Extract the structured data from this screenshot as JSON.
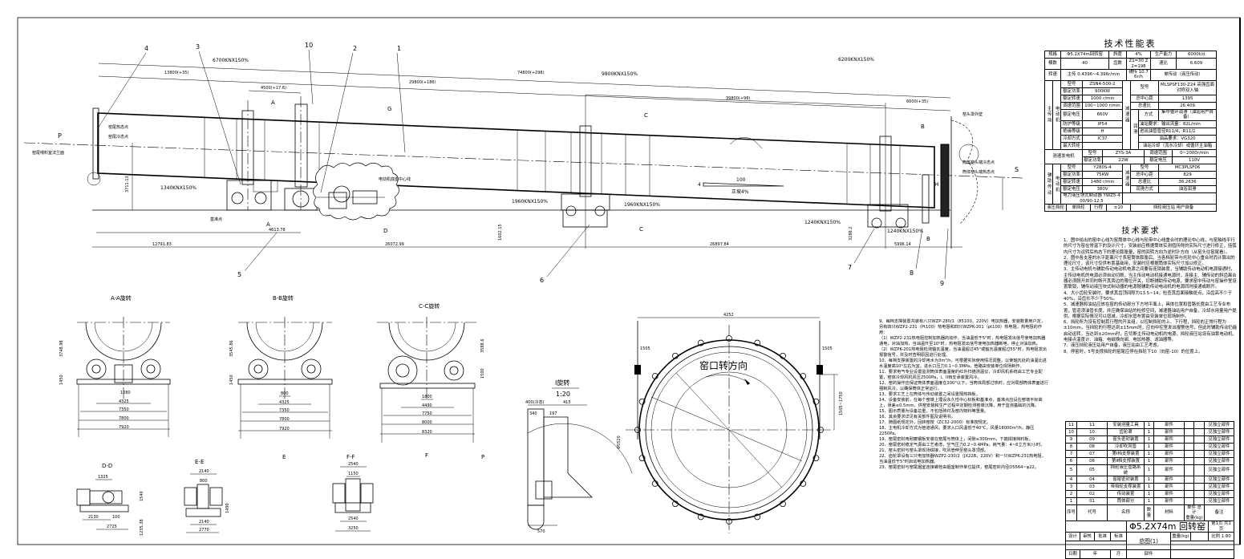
{
  "spec": {
    "title": "技术性能表",
    "top": [
      [
        "规格",
        "Φ5.2X74m回转窑",
        "斜度",
        "4%",
        "生产能力",
        "6000t/d"
      ],
      [
        "模数",
        "40",
        "齿数",
        "Z1=30 Z2=198",
        "速比",
        "6.609"
      ],
      [
        "转速",
        "主传 0.4396~4.396r/min",
        "辅传 10.76r/h",
        "单传动（液压传动）"
      ]
    ],
    "main": {
      "group": "主传动",
      "motor": "电动机",
      "motor_rows": [
        [
          "型号",
          "ZSN4-500-2"
        ],
        [
          "额定功率",
          "900KW"
        ],
        [
          "额定转速",
          "1000 r/min"
        ],
        [
          "调速范围",
          "100~1000 r/min"
        ],
        [
          "额定电压",
          "660V"
        ],
        [
          "防护等级",
          "IP54"
        ],
        [
          "绝缘等级",
          "H"
        ],
        [
          "冷却方式",
          "IC37"
        ],
        [
          "最大转矩",
          ""
        ]
      ],
      "reducer": "减速器",
      "reducer_rows": [
        [
          "型号",
          "MLSPSF130-Z24 高强齿面对称双入轴"
        ],
        [
          "总中心距",
          "1395"
        ],
        [
          "总速比",
          "26.409"
        ]
      ],
      "lube": "润滑",
      "lube_method": [
        "方式",
        "集中循环润滑（油站用户自备）"
      ],
      "lube_lines": [
        "油站要求：输出流量：82L/min",
        "进出油管管径R11/4，R11/2",
        "油品要求：VG320",
        "油站冷却（流水冷却）或循环主油箱"
      ]
    },
    "tacho": {
      "label": "测速发电机",
      "rows": [
        [
          "型号",
          "ZYS-3A",
          "调速范围",
          "0~2000r/min"
        ],
        [
          "额定功率",
          "22W",
          "额定电压",
          "110V"
        ]
      ]
    },
    "aux": {
      "group": "辅助传动",
      "motor": "电动机",
      "motor_rows": [
        [
          "型号",
          "Y280S-4"
        ],
        [
          "额定功率",
          "75KW"
        ],
        [
          "额定转速",
          "1480 r/min"
        ],
        [
          "额定电压",
          "380V"
        ]
      ],
      "brake": "电力液压块式制动器 YWZ5-400/90-12.5",
      "reducer": "减速器",
      "reducer_rows": [
        [
          "型号",
          "MC3PLSF06"
        ],
        [
          "总中心距",
          "829"
        ],
        [
          "总速比",
          "36.2636"
        ],
        [
          "润滑方式",
          "油浴润滑"
        ]
      ]
    },
    "last": [
      "液压挡轮",
      "单挡轮",
      "行程",
      "±10",
      "挡轮液压站 用户自备"
    ]
  },
  "requirements": {
    "title": "技术要求",
    "items": [
      "1、图中给出的窑中心线为窑筒体中心线与轮带中心线重合时的理论中心线，与窑轴线平行的尺寸为窑在常温下的设计尺寸，安装前应根据筒体实测值所得的实际尺寸进行修正，括弧内尺寸为运转后热态下的理论膨胀量，窑的回转方向为逆时针方向（从窑头往窑尾看）。",
      "2、图中各支座的水平距离尺寸系窑筒体膨胀后，当各档轮带与托轮中心重合时而计算出的理论尺寸，该尺寸仅供布置基础用，安装时应根据筒体实际尺寸加以修正。",
      "3、主传动电机与辅助传动电动机电源之间要有连锁装置，当辅助传动电动机电源接通时，主传动电机的电源必须自动切断，当主传动电动机接通电源时，连接主、辅传动的斜齿离合器必须脱开并同时断开其旁边的限位开关，切断辅助传动电源，要求窑中传动与窑操作室设置联锁，辅传动液压块式制动器的电源随辅助传动电动机的电源同时接通或断开。",
      "4、大小齿轮安装时，要求其齿顶间隙为13.5~14，检查其齿面接触斑点，沿齿高不少于40%，沿齿长不少于50%。",
      "5、减速器和油站应放在窑的传动部分下方地平面上，具体位置和管路长度由工艺专业布置，管道须油管长度，并应确保油站的检修空间，减速器油站用户自备，冷却水用量用户提供，根据实际情况可以增减，冷却水管布置由安装单位现场制作。",
      "6、挡轮所为设有控制其行程的开关组，以控制挡轮的上、下行程，挡轮的正常行程为±10mm，当挡轮的行程达到±15mm时，应向中控室发出报警信号，但此时辅助传动仍能启动运转，当达到±20mm时，应切断主传动电动机的电源，挡轮液压站设有油泵电动机、电接点温度计、油箱、电磁换向阀、电加热器、滤油器等。",
      "7、液压挡轮液压站用户自备，液压站由工艺考虑。",
      "8、停窑时，5号支撑挡轮的窑尾应停在挡轮下10（向窑-10）的位置上。"
    ]
  },
  "notes": [
    "9、每档支撑装置共装有八只WZP-280/1（85100，220V）电加热器，安装数量用户定，另有四只WZP2-231（Pt100）热电阻和四只WZPK-201（pt100）热电阻，热电阻的作用：",
    "（1）WZP2-231热电阻控制加热器的动作，当油温低于5°时，热电阻发出信号使电加热器通电，对油加热，当油温升至10°时，热电阻发出信号使电加热器断电，停止对油加热。",
    "（2）WZPK-201热电阻检测轴瓦温度，当油温超过45°或轴瓦温度超过55°时，热电阻发出报警信号，并及时查明原因进行处理。",
    "10、每档支撑装置的冷却用水为3m³/h，可根据实际使用情况调整，以使轴瓦处的油温比进水温度高10°左右为宜，进水口压力0.1~0.3MPa，管路由安装单位现场制作。",
    "11、要求电气专业设置监测筒体表面温度的红外扫描测温仪，冷却风机系统由工艺专业配置，窑体冷却风机风压2500Pa，I、II档支承装置风冷。",
    "12、窑的操作应保证筒体表面温度在300°以下，当筒体局部过热时，应对局部筒体表面进行强制风冷，以确保筒体正常运行。",
    "13、要求工艺上在筒体与传动装置之间设置隔热挡板。",
    "14、设备安装前，在每个窑墩上埋设永久性中心标板和基准点，基准点应设在窑墩平标高上，误差≤0.5mm，供窑安装和生产过程中定期检测窑墩沉降，用于监测基础的沉降。",
    "15、图示质量为设备总重，不包括砖衬及窑内物料等重量。",
    "16、其余要求详见有关部件图及说明书。",
    "17、随图纸规定外，回转窑按（ZC32-2000）标准按规定。",
    "18、主电机冷却方式为管道通风，要求入口风温低于40°C，风量18000m³/h，静压2250Pa。",
    "19、窑尾密封用耐磨钢板安装在窑尾与筒体上，间隙≤300mm，下端焊接挡料板。",
    "20、窑尾密封稳定气源由工艺考虑，空气压力0.2~0.4MPa，耗气量：4~6立方米/小时。",
    "21、窑头密封与窑头罩现场焊接，吹风管伸至窑头罩顶部。",
    "22、齿轮罩设有三只电加热器WZP2-230/2（JX22B，220V）和一只WZPK-231热电阻，当油温低于5°时启动电加热器。",
    "23、窑尾密封与窑尾烟室连接螺栓由烟室制作单位提供，窑尾密封内径D5564~φ22。"
  ],
  "parts": {
    "header": [
      "序号",
      "代号",
      "名称",
      "数量",
      "材料",
      "单件",
      "总计",
      "备注"
    ],
    "weight_label": "重量(kg)",
    "rows": [
      [
        "11",
        "11",
        "安装测量工具",
        "1",
        "部件",
        "",
        "",
        "见独立部件"
      ],
      [
        "10",
        "10",
        "齿轮罩",
        "1",
        "部件",
        "",
        "",
        "见独立部件"
      ],
      [
        "9",
        "09",
        "窑头密封装置",
        "1",
        "部件",
        "",
        "",
        "见独立部件"
      ],
      [
        "8",
        "08",
        "冷却吹风管",
        "1",
        "部件",
        "",
        "",
        "见独立部件"
      ],
      [
        "7",
        "07",
        "第Ⅰ档支撑装置",
        "1",
        "部件",
        "",
        "",
        "见独立部件"
      ],
      [
        "6",
        "06",
        "第Ⅱ档支撑装置",
        "1",
        "部件",
        "",
        "",
        "见独立部件"
      ],
      [
        "5",
        "05",
        "挡轮液压管路系统",
        "1",
        "部件",
        "",
        "",
        "见独立部件"
      ],
      [
        "4",
        "04",
        "窑尾密封装置",
        "1",
        "部件",
        "",
        "",
        "见独立部件"
      ],
      [
        "3",
        "03",
        "带挡轮支撑装置",
        "1",
        "部件",
        "",
        "",
        "见独立部件"
      ],
      [
        "2",
        "02",
        "传动装置",
        "1",
        "部件",
        "",
        "",
        "见独立部件"
      ],
      [
        "1",
        "01",
        "筒体部分",
        "1",
        "部件",
        "",
        "",
        "见独立部件"
      ]
    ]
  },
  "title_block": {
    "product": "Φ5.2X74m 回转窑",
    "drawing": "总图(1)",
    "type": "部件",
    "sheet": "第1页",
    "total": "共1页",
    "weight": "重量(kg)",
    "scale_label": "比例",
    "scale": "1:80",
    "roles": [
      "设计",
      "审核",
      "批准"
    ],
    "standard": "标准",
    "date": "日期",
    "year": "年",
    "month": "月"
  },
  "drawing": {
    "callouts": [
      "1",
      "2",
      "3",
      "4",
      "5",
      "6",
      "7",
      "8",
      "9",
      "10"
    ],
    "loads": [
      "6700KNX150%",
      "1340KNX150%",
      "9800KNX150%",
      "6200KNX150%",
      "1960KNX150%",
      "1960KNX150%",
      "1240KNX150%",
      "1240KNX150%"
    ],
    "dims": [
      "13800(+35)",
      "29800(+186)",
      "74800(+298)",
      "39800(+98)",
      "6000(+35)",
      "4500(+17.6)",
      "12791.83",
      "4613.78",
      "26072.99",
      "26897.84",
      "5996.14",
      "3711.13",
      "1602.15",
      "3288.2"
    ],
    "slope": {
      "rise": "4",
      "run": "100",
      "label": "正坡4%"
    },
    "points": [
      "窑尾热态点",
      "窑尾冷态点",
      "窑尾喂料室法兰面",
      "窑头罩外壁",
      "筒体窑头端冷态点",
      "筒体窑头端热态点",
      "基准点",
      "电动机底座中心线"
    ],
    "marks": [
      "P",
      "S",
      "A",
      "A",
      "G",
      "C",
      "C",
      "B",
      "B",
      "D",
      "H"
    ]
  },
  "sections": {
    "aa": {
      "title": "A-A旋转",
      "dims": [
        "4325",
        "7350",
        "7800",
        "7920",
        "1080",
        "1450",
        "3748.98"
      ]
    },
    "bb": {
      "title": "B-B旋转",
      "dims": [
        "800",
        "4325",
        "7350",
        "7800",
        "7920",
        "1450",
        "3545.86"
      ]
    },
    "cc": {
      "title": "C-C旋转",
      "dims": [
        "1800",
        "4490",
        "7750",
        "8000",
        "8320",
        "1500",
        "3588.6"
      ]
    },
    "dd": {
      "title": "D-D",
      "dims": [
        "1325",
        "2130",
        "100",
        "2725",
        "1540",
        "1235.38"
      ]
    },
    "ee": {
      "title": "E-E",
      "dims": [
        "2140",
        "800",
        "2140",
        "2770",
        "1490"
      ]
    },
    "ff": {
      "title": "F-F",
      "dims": [
        "2540",
        "1150",
        "2540",
        "3250"
      ]
    },
    "detail": {
      "title": "I旋转",
      "scale": "1:20",
      "dims": [
        "400(冷态)",
        "415",
        "340",
        "197",
        "570",
        "Φ5520"
      ]
    },
    "ring": {
      "label": "窑口转方向",
      "dims": [
        "4252",
        "1505",
        "1505",
        "1505~1750"
      ]
    },
    "marks": [
      "E",
      "F",
      "P"
    ]
  }
}
